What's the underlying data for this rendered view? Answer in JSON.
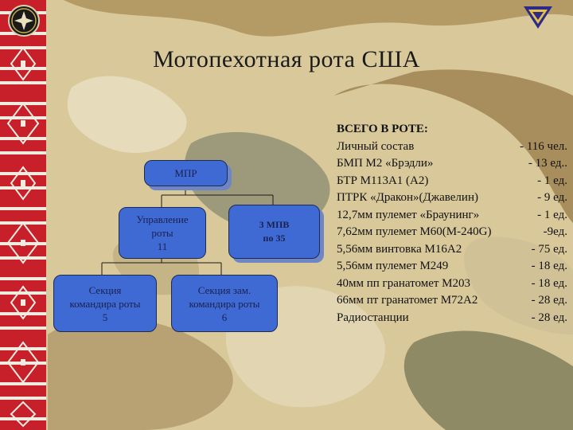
{
  "title": "Мотопехотная рота США",
  "org_chart": {
    "root": {
      "label": "МПР"
    },
    "management": {
      "lines": [
        "Управление",
        "роты",
        "11"
      ]
    },
    "platoons": {
      "lines": [
        "3 МПВ",
        "по 35"
      ]
    },
    "section_commander": {
      "lines": [
        "Секция",
        "командира роты",
        "5"
      ]
    },
    "section_deputy": {
      "lines": [
        "Секция зам.",
        "командира роты",
        "6"
      ]
    }
  },
  "summary": {
    "heading": "ВСЕГО В РОТЕ:",
    "rows": [
      {
        "name": "Личный состав",
        "value": "- 116 чел."
      },
      {
        "name": "БМП М2 «Брэдли»",
        "value": "-  13 ед.."
      },
      {
        "name": "БТР М113А1 (А2)",
        "value": "- 1 ед."
      },
      {
        "name": "ПТРК «Дракон»(Джавелин)",
        "value": "- 9 ед."
      },
      {
        "name": "12,7мм пулемет «Браунинг»",
        "value": "- 1 ед."
      },
      {
        "name": "7,62мм пулемет М60(М-240G)",
        "value": "-9ед."
      },
      {
        "name": "5,56мм винтовка М16А2",
        "value": "- 75 ед."
      },
      {
        "name": "5,56мм пулемет М249",
        "value": "- 18 ед."
      },
      {
        "name": "40мм пп гранатомет М203",
        "value": "- 18 ед."
      },
      {
        "name": "66мм пт гранатомет М72А2",
        "value": "- 28 ед."
      },
      {
        "name": "Радиостанции",
        "value": "- 28 ед."
      }
    ]
  },
  "icons": {
    "emblem": "cross-emblem-icon",
    "corner_logo": "chevron-logo-icon"
  }
}
